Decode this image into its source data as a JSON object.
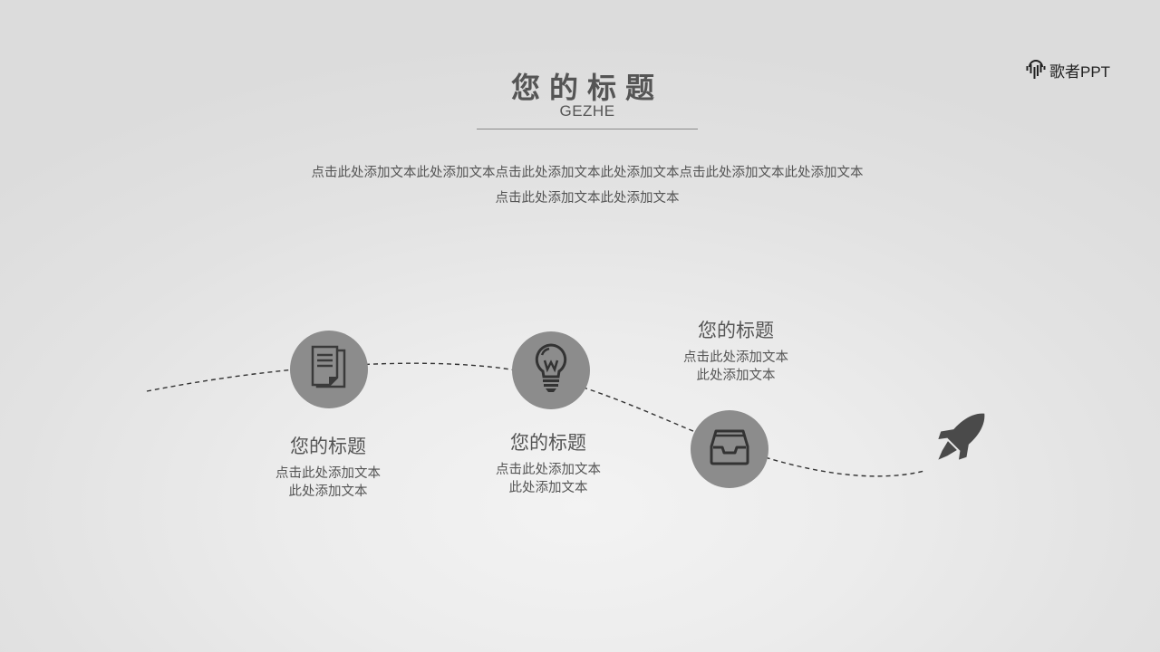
{
  "header": {
    "title": "您的标题",
    "subtitle": "GEZHE",
    "description_line1": "点击此处添加文本此处添加文本点击此处添加文本此处添加文本点击此处添加文本此处添加文本",
    "description_line2": "点击此处添加文本此处添加文本"
  },
  "logo": {
    "text": "歌者PPT",
    "icon": "microphone-waveform-icon"
  },
  "items": [
    {
      "icon": "document-icon",
      "title": "您的标题",
      "desc_line1": "点击此处添加文本",
      "desc_line2": "此处添加文本"
    },
    {
      "icon": "lightbulb-icon",
      "title": "您的标题",
      "desc_line1": "点击此处添加文本",
      "desc_line2": "此处添加文本"
    },
    {
      "icon": "inbox-tray-icon",
      "title": "您的标题",
      "desc_line1": "点击此处添加文本",
      "desc_line2": "此处添加文本"
    }
  ],
  "decoration": {
    "end_icon": "rocket-icon"
  },
  "colors": {
    "circle": "#8c8c8c",
    "icon": "#3c3c3c",
    "text": "#555555",
    "rocket": "#4a4a4a"
  }
}
